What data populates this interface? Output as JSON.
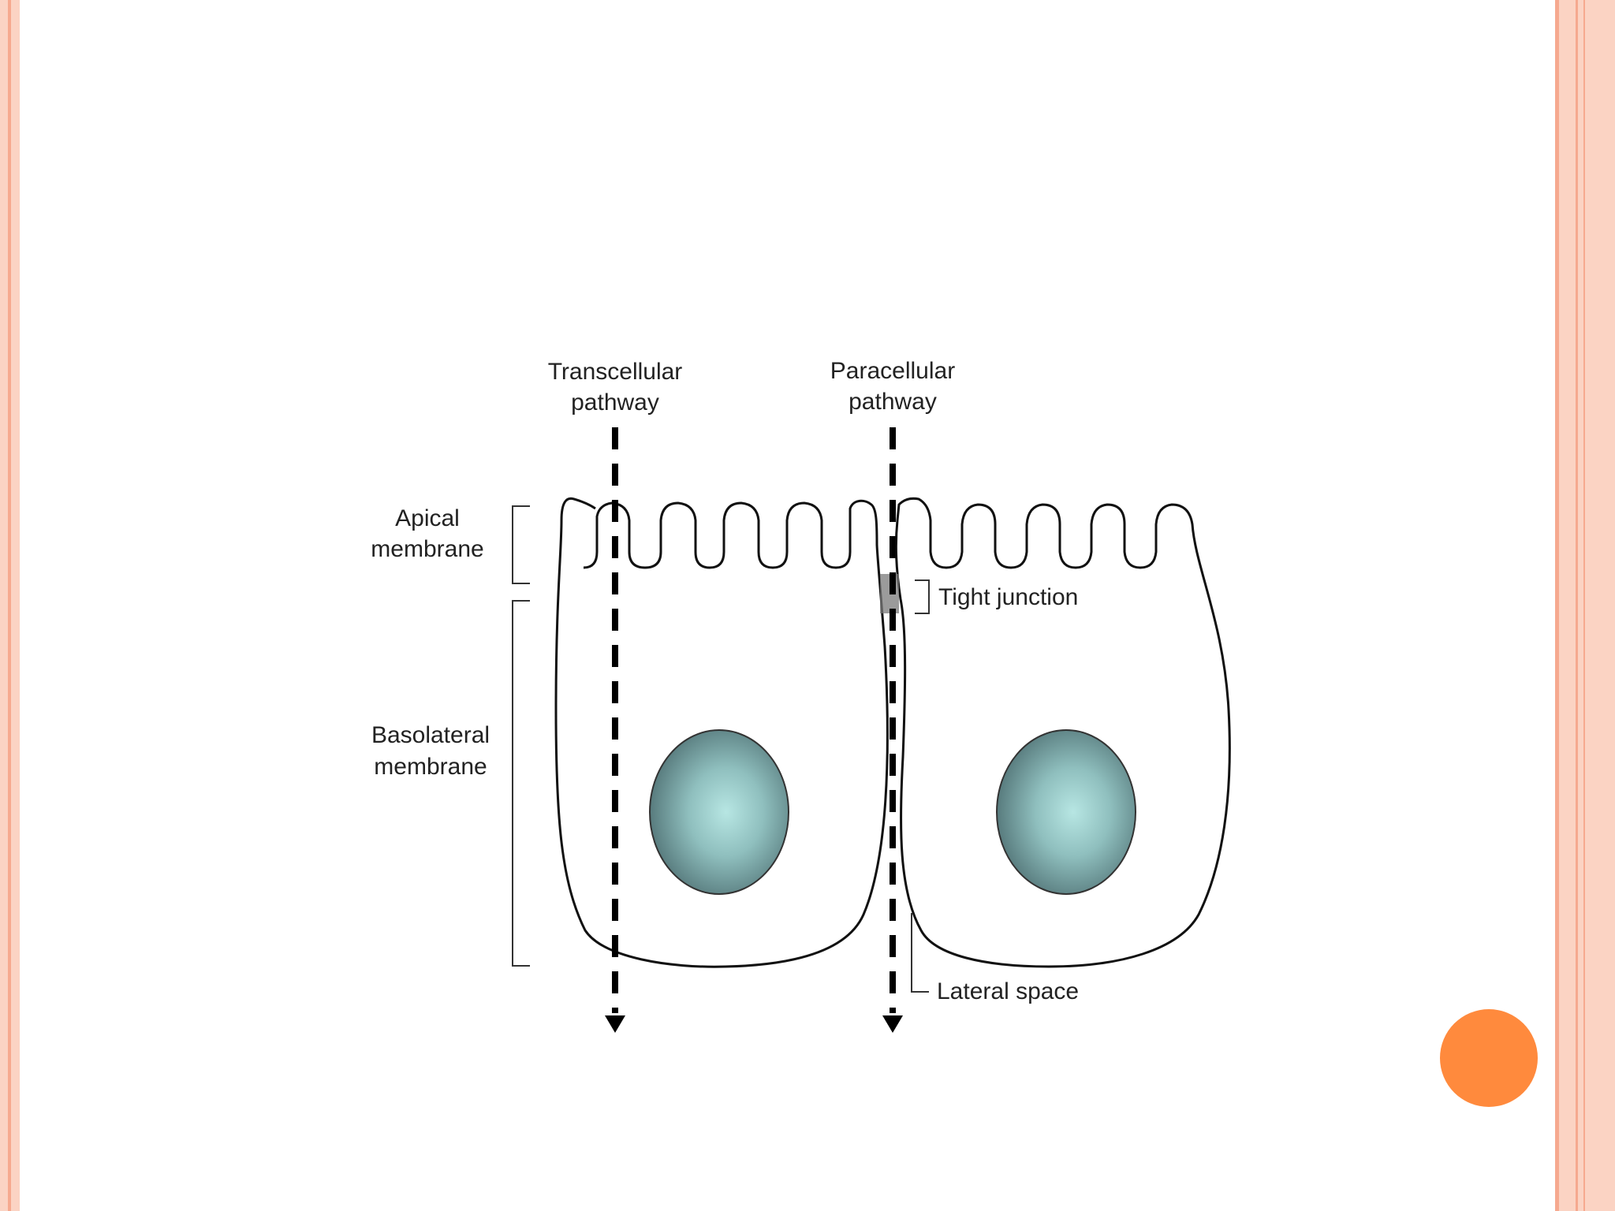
{
  "diagram": {
    "labels": {
      "transcellular_line1": "Transcellular",
      "transcellular_line2": "pathway",
      "paracellular_line1": "Paracellular",
      "paracellular_line2": "pathway",
      "apical_line1": "Apical",
      "apical_line2": "membrane",
      "basolateral_line1": "Basolateral",
      "basolateral_line2": "membrane",
      "tight_junction": "Tight junction",
      "lateral_space": "Lateral space"
    }
  },
  "colors": {
    "accent": "#ff8a3d",
    "frame": "#fbd3c3",
    "frame_line": "#f6a98f",
    "nucleus_center": "#b7e6e3",
    "nucleus_edge": "#4e6f72",
    "tight_junction_fill": "#7a7a7a"
  }
}
